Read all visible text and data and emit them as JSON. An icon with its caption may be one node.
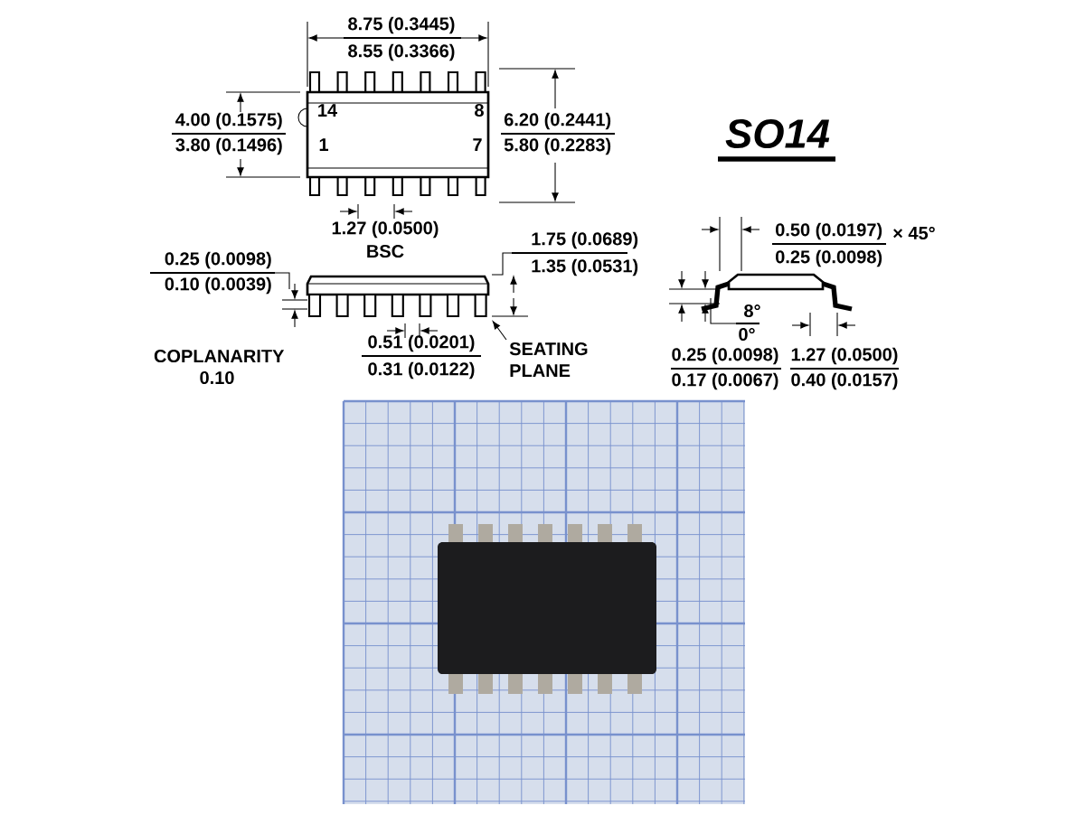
{
  "diagram": {
    "title": "SO14",
    "labels": [
      "8.75 (0.3445)",
      "8.55 (0.3366)",
      "14",
      "8",
      "4.00 (0.1575)",
      "3.80 (0.1496)",
      "6.20 (0.2441)",
      "5.80 (0.2283)",
      "1",
      "7",
      "1.27 (0.0500)",
      "BSC",
      "0.25 (0.0098)",
      "0.10 (0.0039)",
      "1.75 (0.0689)",
      "1.35 (0.0531)",
      "0.50 (0.0197)",
      "× 45°",
      "0.25 (0.0098)",
      "8°",
      "0°",
      "0.25 (0.0098)",
      "0.17 (0.0067)",
      "1.27 (0.0500)",
      "0.40 (0.0157)",
      "COPLANARITY 0.10",
      "0.51 (0.0201)",
      "0.31 (0.0122)",
      "SEATING PLANE"
    ]
  }
}
